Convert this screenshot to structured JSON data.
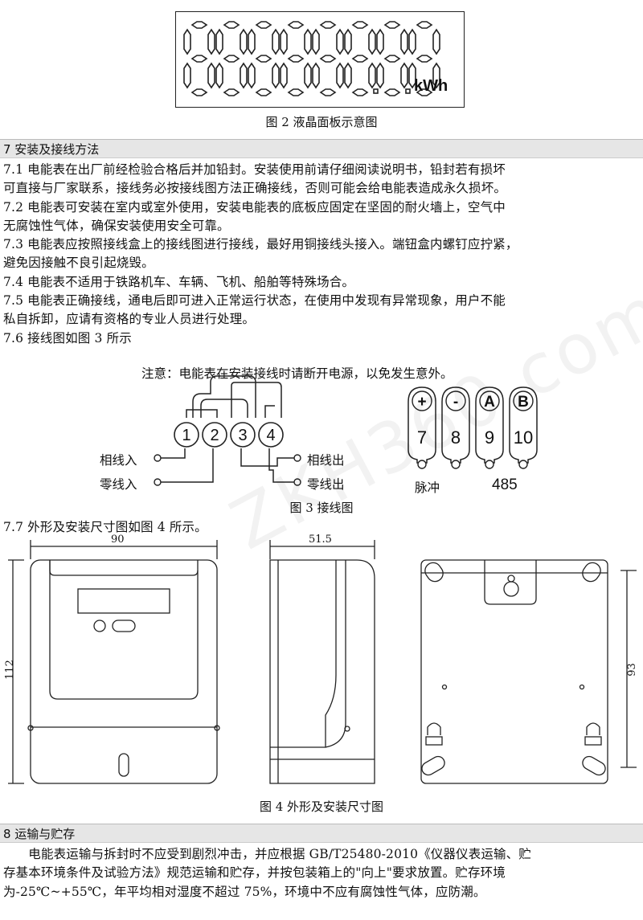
{
  "figure2": {
    "digits": "888888.8.8",
    "unit": "kWh",
    "caption": "图 2  液晶面板示意图"
  },
  "section7": {
    "heading": "7 安装及接线方法",
    "lines": [
      "7.1 电能表在出厂前经检验合格后并加铅封。安装使用前请仔细阅读说明书，铅封若有损坏",
      "可直接与厂家联系，接线务必按接线图方法正确接线，否则可能会给电能表造成永久损坏。",
      "7.2 电能表可安装在室内或室外使用，安装电能表的底板应固定在坚固的耐火墙上，空气中",
      "无腐蚀性气体，确保安装使用安全可靠。",
      "7.3  电能表应按照接线盒上的接线图进行接线，最好用铜接线头接入。端钮盒内螺钉应拧紧，",
      "避免因接触不良引起烧毁。",
      "7.4 电能表不适用于铁路机车、车辆、飞机、船舶等特殊场合。",
      "7.5 电能表正确接线，通电后即可进入正常运行状态，在使用中发现有异常现象，用户不能",
      "私自拆卸，应请有资格的专业人员进行处理。",
      "7.6 接线图如图 3 所示"
    ],
    "note": "注意：电能表在安装接线时请断开电源，以免发生意外。"
  },
  "figure3": {
    "terminals_main": [
      "1",
      "2",
      "3",
      "4"
    ],
    "phase_in": "相线入",
    "neutral_in": "零线入",
    "phase_out": "相线出",
    "neutral_out": "零线出",
    "terminal_symbols": [
      "+",
      "-",
      "A",
      "B"
    ],
    "terminal_numbers": [
      "7",
      "8",
      "9",
      "10"
    ],
    "pulse_label": "脉冲",
    "rs485_label": "485",
    "caption": "图 3  接线图"
  },
  "line77": "7.7 外形及安装尺寸图如图 4 所示。",
  "figure4": {
    "width_dim": "90",
    "height_dim": "112",
    "depth_dim": "51.5",
    "mount_dim": "93",
    "caption": "图 4  外形及安装尺寸图"
  },
  "section8": {
    "heading": "8 运输与贮存",
    "lines": [
      "　　电能表运输与拆封时不应受到剧烈冲击，并应根据 GB/T25480-2010《仪器仪表运输、贮",
      "存基本环境条件及试验方法》规范运输和贮存，并按包装箱上的\"向上\"要求放置。贮存环境",
      "为-25℃~+55℃，年平均相对湿度不超过 75%，环境中不应有腐蚀性气体，应防潮。"
    ]
  },
  "watermark": "ZKH360.com"
}
